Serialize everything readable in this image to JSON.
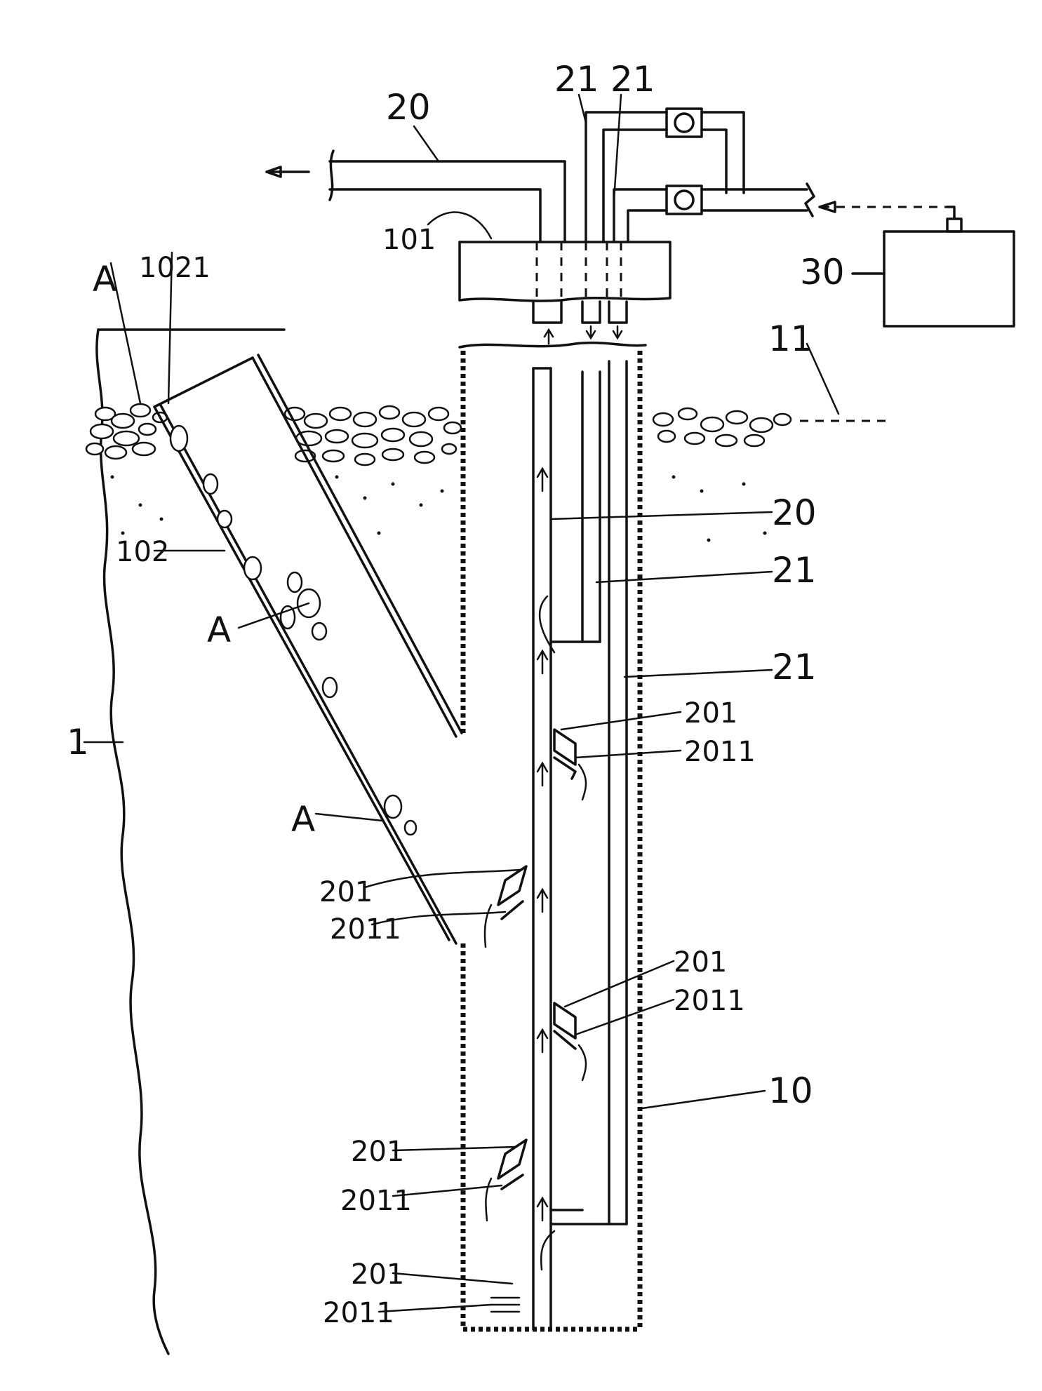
{
  "labels": {
    "l20_top": "20",
    "l21_a": "21",
    "l21_b": "21",
    "l101": "101",
    "l1021": "1021",
    "lA1": "A",
    "l30": "30",
    "l11": "11",
    "l102": "102",
    "lA2": "A",
    "l20_mid": "20",
    "l21_mid1": "21",
    "l21_mid2": "21",
    "l201_a": "201",
    "l2011_a": "2011",
    "l1": "1",
    "lA3": "A",
    "l201_b": "201",
    "l2011_b": "2011",
    "l201_c": "201",
    "l2011_c": "2011",
    "l10": "10",
    "l201_d": "201",
    "l2011_d": "2011",
    "l201_e": "201",
    "l2011_e": "2011"
  }
}
